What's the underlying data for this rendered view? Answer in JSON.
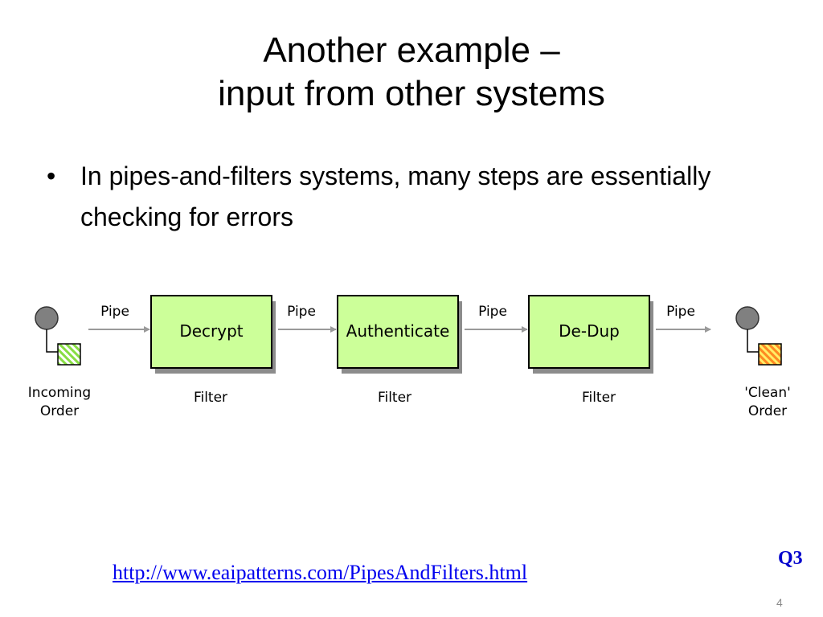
{
  "slide": {
    "title_line1": "Another example –",
    "title_line2": "input from other systems",
    "bullet": "In pipes-and-filters systems, many steps are essentially checking for errors",
    "link": "http://www.eaipatterns.com/PipesAndFilters.html",
    "tag": "Q3",
    "page_number": "4"
  },
  "diagram": {
    "source_label_line1": "Incoming",
    "source_label_line2": "Order",
    "sink_label_line1": "'Clean'",
    "sink_label_line2": "Order",
    "pipe_label": "Pipe",
    "filter_caption": "Filter",
    "filters": [
      "Decrypt",
      "Authenticate",
      "De-Dup"
    ],
    "colors": {
      "filter_fill": "#ccff99",
      "filter_border": "#000000",
      "shadow": "#8c8c8c",
      "arrow": "#9a9a9a",
      "endpoint": "#808080",
      "incoming_msg": "#88dd44",
      "clean_msg": "#ff9933"
    }
  }
}
